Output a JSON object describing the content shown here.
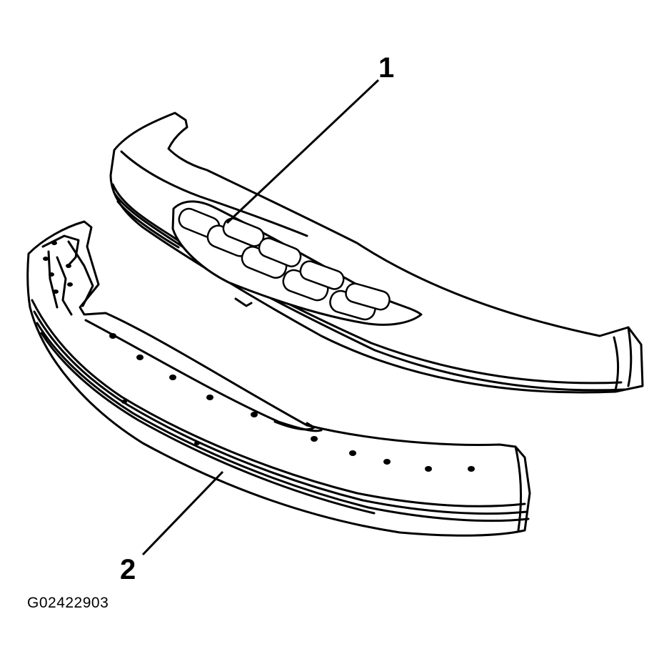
{
  "callouts": {
    "item_1": "1",
    "item_2": "2"
  },
  "figure_code": "G02422903",
  "colors": {
    "line": "#000000",
    "background": "#ffffff"
  }
}
